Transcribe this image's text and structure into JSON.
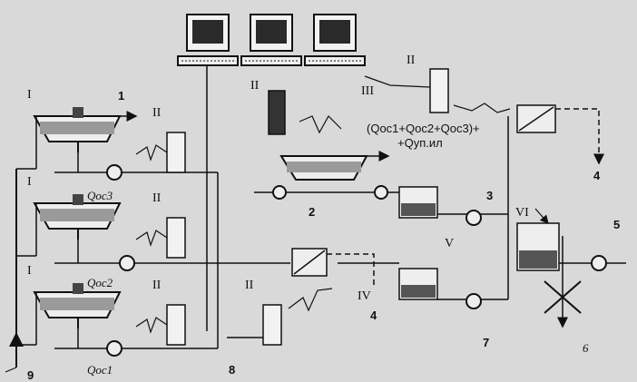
{
  "title": "",
  "labels": {
    "n1": "1",
    "n2": "2",
    "n3": "3",
    "n4a": "4",
    "n4b": "4",
    "n5": "5",
    "n6": "6",
    "n7": "7",
    "n8": "8",
    "n9": "9",
    "r1a": "I",
    "r1b": "I",
    "r1c": "I",
    "r2a": "II",
    "r2b": "II",
    "r2c": "II",
    "r2d": "II",
    "r2e": "II",
    "r2f": "II",
    "r3": "III",
    "r4": "IV",
    "r5": "V",
    "r6": "VI",
    "qoc1": "Qос1",
    "qoc2": "Qос2",
    "qoc3": "Qос3",
    "formula1": "(Qос1+Qос2+Qос3)+",
    "formula2": "+Qуп.ил"
  },
  "colors": {
    "background": "#d9d9d9",
    "line": "#111111",
    "screen": "#2a2a2a"
  }
}
